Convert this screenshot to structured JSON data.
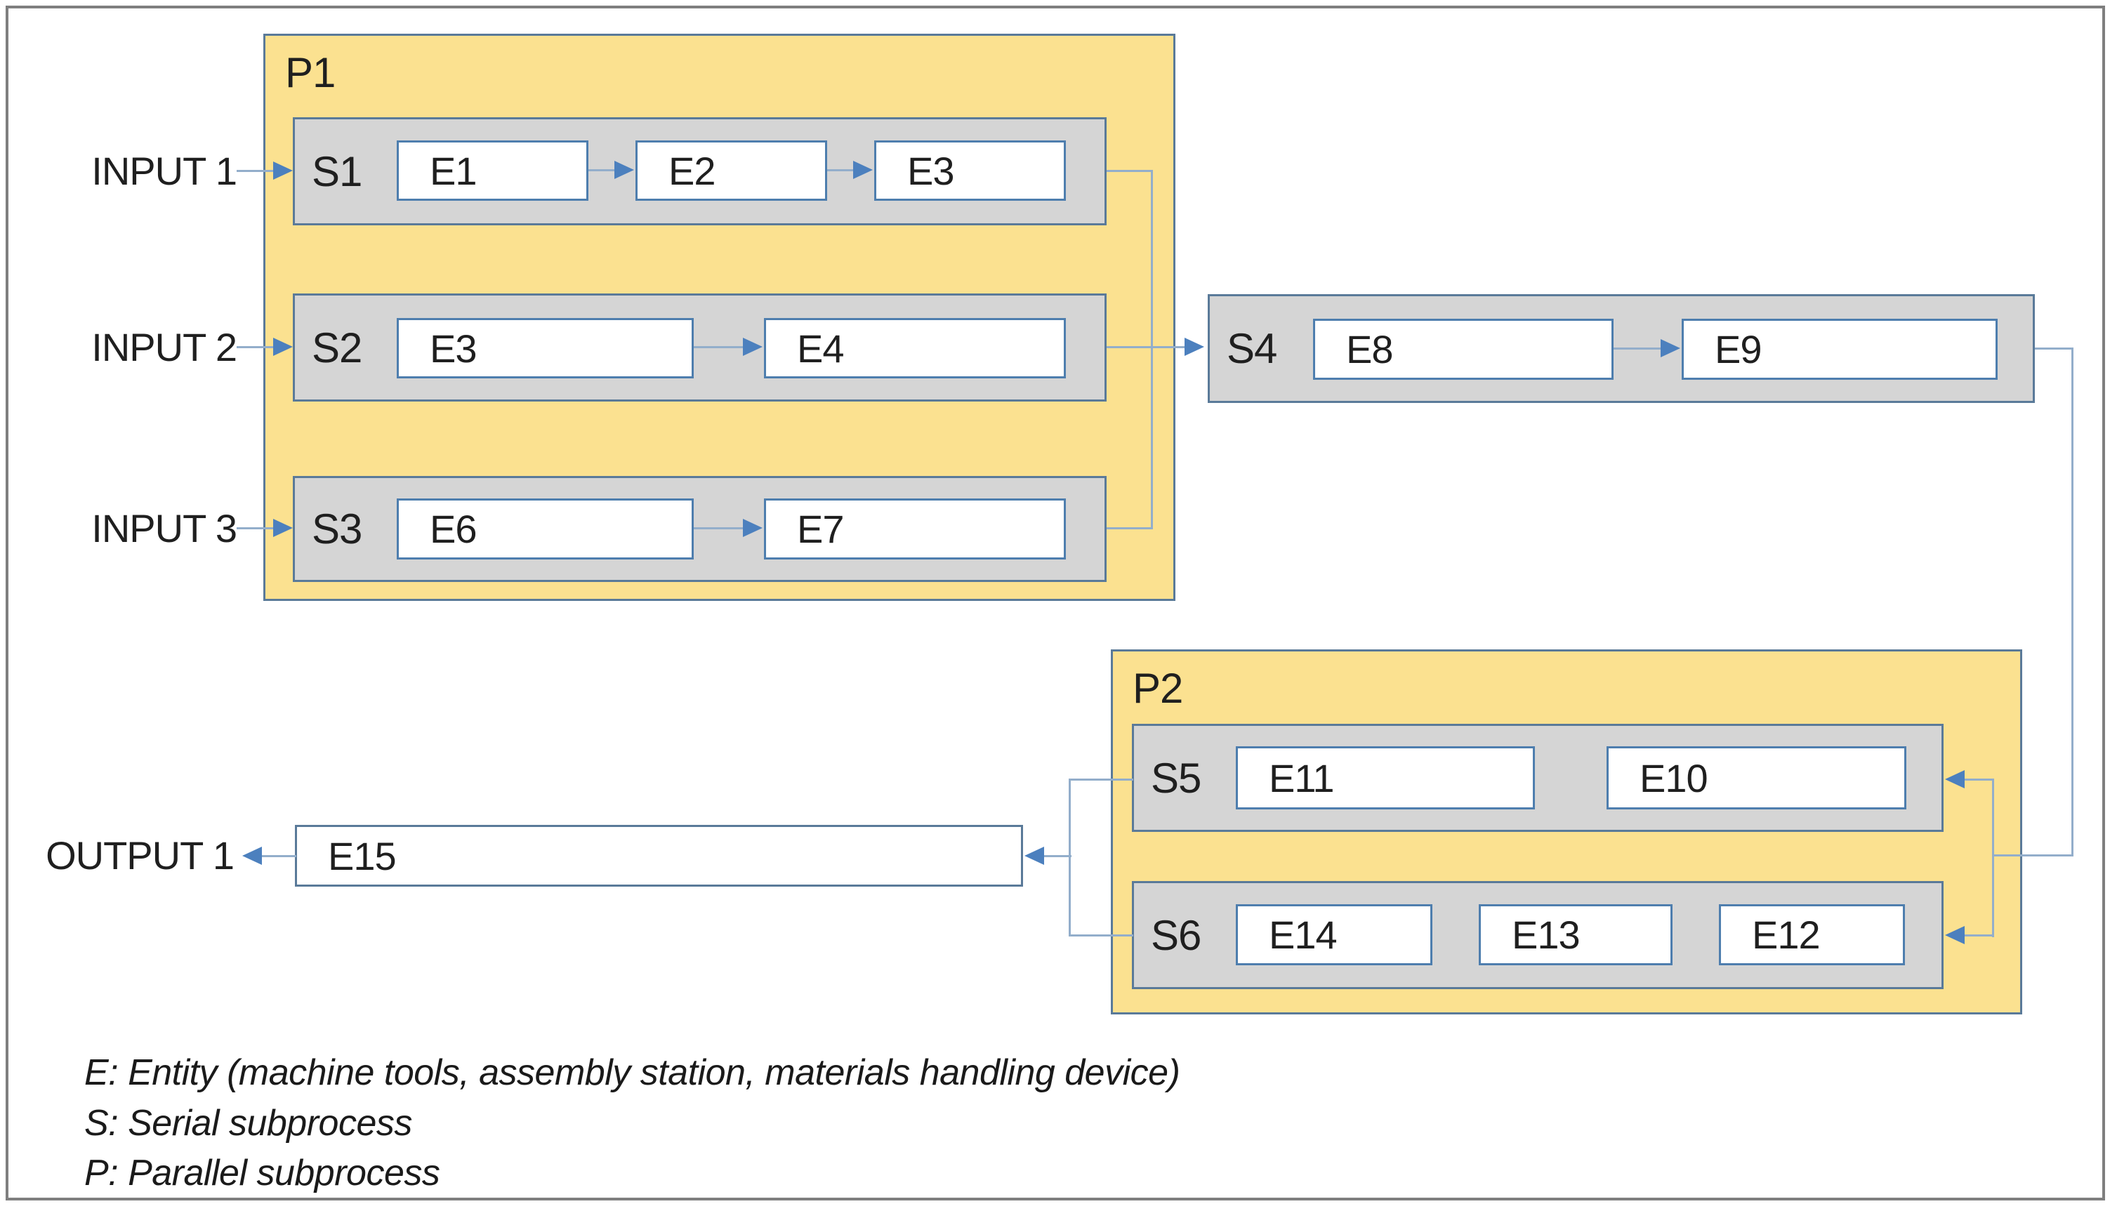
{
  "diagram": {
    "inputs": [
      {
        "label": "INPUT 1"
      },
      {
        "label": "INPUT 2"
      },
      {
        "label": "INPUT 3"
      }
    ],
    "output": {
      "label": "OUTPUT 1"
    },
    "p1": {
      "label": "P1"
    },
    "p2": {
      "label": "P2"
    },
    "subprocesses": {
      "s1": {
        "label": "S1",
        "entities": [
          "E1",
          "E2",
          "E3"
        ]
      },
      "s2": {
        "label": "S2",
        "entities": [
          "E3",
          "E4"
        ]
      },
      "s3": {
        "label": "S3",
        "entities": [
          "E6",
          "E7"
        ]
      },
      "s4": {
        "label": "S4",
        "entities": [
          "E8",
          "E9"
        ]
      },
      "s5": {
        "label": "S5",
        "entities": [
          "E11",
          "E10"
        ]
      },
      "s6": {
        "label": "S6",
        "entities": [
          "E14",
          "E13",
          "E12"
        ]
      }
    },
    "e15": {
      "label": "E15"
    },
    "legend": [
      "E: Entity (machine tools, assembly station, materials handling device)",
      "S: Serial subprocess",
      "P: Parallel subprocess"
    ]
  },
  "colors": {
    "parallel_fill": "#FBE190",
    "serial_fill": "#D5D5D5",
    "entity_fill": "#FFFFFF",
    "process_border": "#5A7A99",
    "entity_border": "#4E7EAE",
    "connector_line": "#93AECB",
    "arrowhead": "#4C80BE",
    "frame_border": "#7F7F7F",
    "text": "#1F1F1F"
  }
}
